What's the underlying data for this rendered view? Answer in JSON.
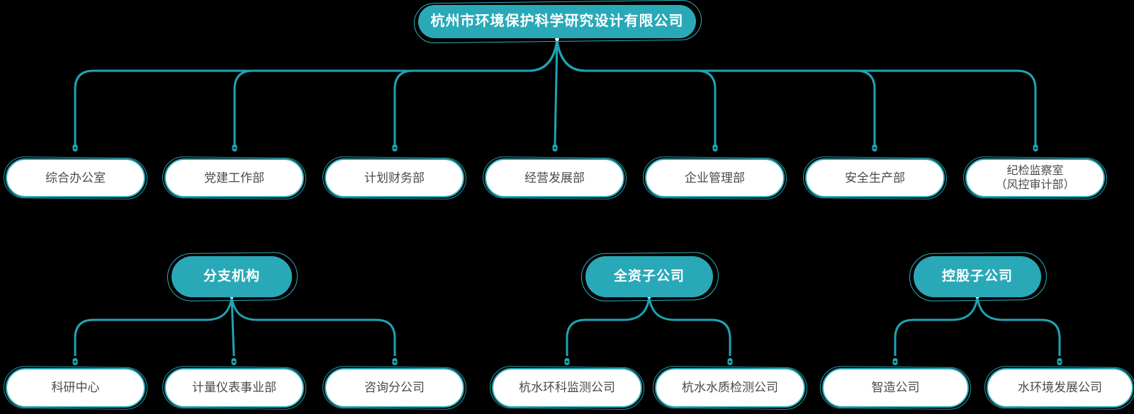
{
  "colors": {
    "background": "#000000",
    "teal_fill": "#29a9b7",
    "line": "#1fa4b4",
    "node_border": "#2aa9b7",
    "node_text": "#4a4a4a",
    "pill_text": "#ffffff"
  },
  "root": {
    "label": "杭州市环境保护科学研究设计有限公司"
  },
  "departments": [
    {
      "label": "综合办公室"
    },
    {
      "label": "党建工作部"
    },
    {
      "label": "计划财务部"
    },
    {
      "label": "经营发展部"
    },
    {
      "label": "企业管理部"
    },
    {
      "label": "安全生产部"
    },
    {
      "label": "纪检监察室",
      "label2": "（风控审计部）"
    }
  ],
  "groups": [
    {
      "label": "分支机构",
      "children": [
        {
          "label": "科研中心"
        },
        {
          "label": "计量仪表事业部"
        },
        {
          "label": "咨询分公司"
        }
      ]
    },
    {
      "label": "全资子公司",
      "children": [
        {
          "label": "杭水环科监测公司"
        },
        {
          "label": "杭水水质检测公司"
        }
      ]
    },
    {
      "label": "控股子公司",
      "children": [
        {
          "label": "智造公司"
        },
        {
          "label": "水环境发展公司"
        }
      ]
    }
  ]
}
